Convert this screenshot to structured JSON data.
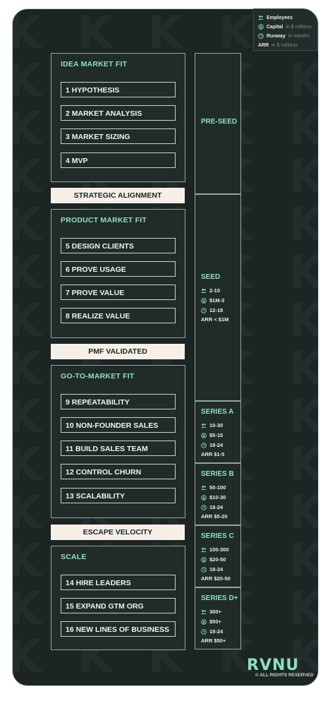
{
  "legend": {
    "employees": "Employees",
    "capital": "Capital",
    "capital_unit": "in $ millions",
    "runway": "Runway",
    "runway_unit": "in months",
    "arr": "ARR",
    "arr_unit": "in $ millions"
  },
  "sections": [
    {
      "title": "IDEA MARKET FIT",
      "steps": [
        "1 HYPOTHESIS",
        "2 MARKET ANALYSIS",
        "3 MARKET SIZING",
        "4 MVP"
      ]
    },
    {
      "title": "PRODUCT MARKET FIT",
      "steps": [
        "5 DESIGN CLIENTS",
        "6 PROVE USAGE",
        "7 PROVE VALUE",
        "8 REALIZE VALUE"
      ]
    },
    {
      "title": "GO-TO-MARKET FIT",
      "steps": [
        "9 REPEATABILITY",
        "10 NON-FOUNDER SALES",
        "11 BUILD SALES TEAM",
        "12 CONTROL CHURN",
        "13 SCALABILITY"
      ]
    },
    {
      "title": "SCALE",
      "steps": [
        "14 HIRE LEADERS",
        "15 EXPAND GTM ORG",
        "16 NEW LINES OF BUSINESS"
      ]
    }
  ],
  "milestones": [
    "STRATEGIC ALIGNMENT",
    "PMF VALIDATED",
    "ESCAPE VELOCITY"
  ],
  "stages": [
    {
      "name": "PRE-SEED"
    },
    {
      "name": "SEED",
      "employees": "2-10",
      "capital": "$1M-3",
      "runway": "12-18",
      "arr": "ARR < $1M"
    },
    {
      "name": "SERIES A",
      "employees": "10-30",
      "capital": "$5-15",
      "runway": "18-24",
      "arr": "ARR $1-5"
    },
    {
      "name": "SERIES B",
      "employees": "50-100",
      "capital": "$10-30",
      "runway": "18-24",
      "arr": "ARR $5-20"
    },
    {
      "name": "SERIES C",
      "employees": "100-300",
      "capital": "$20-50",
      "runway": "18-24",
      "arr": "ARR $20-50"
    },
    {
      "name": "SERIES D+",
      "employees": "300+",
      "capital": "$50+",
      "runway": "18-24",
      "arr": "ARR $50+"
    }
  ],
  "brand": {
    "logo": "RVNU",
    "rights": "© ALL RIGHTS RESERVED"
  },
  "icons": {
    "employees": "people-icon",
    "capital": "dollar-coin-icon",
    "runway": "clock-icon"
  },
  "colors": {
    "background": "#1c2524",
    "accent": "#8ce0c0",
    "milestone_bg": "#f6efe7"
  }
}
